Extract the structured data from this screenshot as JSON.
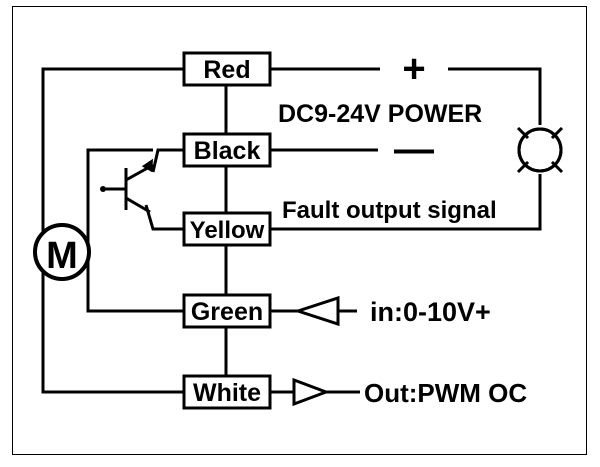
{
  "wires": {
    "red": "Red",
    "black": "Black",
    "yellow": "Yellow",
    "green": "Green",
    "white": "White"
  },
  "power": {
    "plus": "+",
    "minus": "—",
    "label": "DC9-24V POWER"
  },
  "fault_label": "Fault output signal",
  "input_label": "in:0-10V+",
  "output_label": "Out:PWM OC",
  "motor_label": "M"
}
